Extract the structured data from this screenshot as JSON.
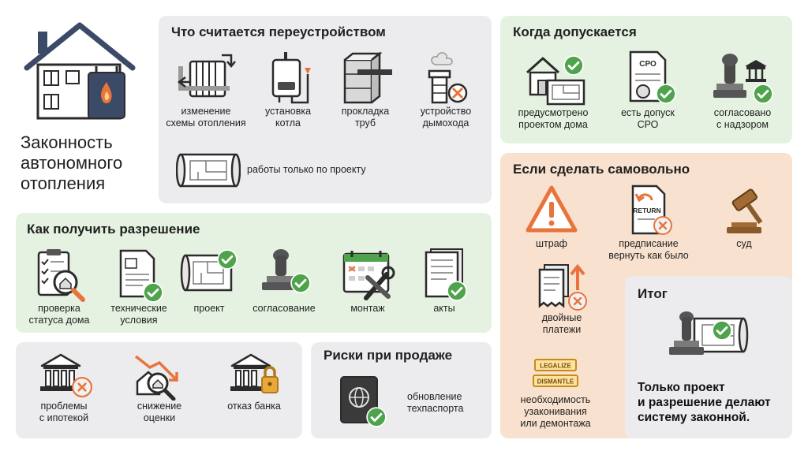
{
  "header": {
    "title": "Законность\nавтономного\nотопления"
  },
  "what_counts": {
    "title": "Что считается переустройством",
    "items": [
      {
        "label": "изменение\nсхемы отопления",
        "icon": "radiator-scheme-icon"
      },
      {
        "label": "установка\nкотла",
        "icon": "boiler-icon"
      },
      {
        "label": "прокладка\nтруб",
        "icon": "wall-pipe-icon"
      },
      {
        "label": "устройство\nдымохода",
        "icon": "chimney-icon"
      }
    ],
    "note": "работы только по проекту"
  },
  "when_allowed": {
    "title": "Когда допускается",
    "items": [
      {
        "label": "предусмотрено\nпроектом дома",
        "icon": "house-plan-icon"
      },
      {
        "label": "есть допуск\nСРО",
        "icon": "sro-certificate-icon",
        "badge": "СРО"
      },
      {
        "label": "согласовано\nс надзором",
        "icon": "stamp-authority-icon"
      }
    ]
  },
  "how_to_get": {
    "title": "Как получить разрешение",
    "items": [
      {
        "label": "проверка\nстатуса дома",
        "icon": "checklist-magnifier-icon"
      },
      {
        "label": "технические\nусловия",
        "icon": "tech-conditions-icon"
      },
      {
        "label": "проект",
        "icon": "blueprint-icon"
      },
      {
        "label": "согласование",
        "icon": "stamp-icon"
      },
      {
        "label": "монтаж",
        "icon": "calendar-tools-icon"
      },
      {
        "label": "акты",
        "icon": "acts-documents-icon"
      }
    ]
  },
  "if_unauthorized": {
    "title": "Если сделать самовольно",
    "items": [
      {
        "label": "штраф",
        "icon": "warning-icon"
      },
      {
        "label": "предписание\nвернуть как было",
        "icon": "return-order-icon",
        "badge": "RETURN"
      },
      {
        "label": "суд",
        "icon": "gavel-icon"
      },
      {
        "label": "двойные\nплатежи",
        "icon": "double-payment-icon"
      },
      {
        "label": "необходимость\nузаконивания\nили демонтажа",
        "icon": "legalize-dismantle-icon",
        "badges": [
          "LEGALIZE",
          "DISMANTLE"
        ]
      }
    ]
  },
  "bank_risks": {
    "items": [
      {
        "label": "проблемы\nс ипотекой",
        "icon": "bank-cross-icon"
      },
      {
        "label": "снижение\nоценки",
        "icon": "value-decline-icon"
      },
      {
        "label": "отказ банка",
        "icon": "bank-lock-icon"
      }
    ]
  },
  "sale_risks": {
    "title": "Риски при продаже",
    "items": [
      {
        "label": "обновление\nтехпаспорта",
        "icon": "passport-icon"
      }
    ]
  },
  "summary": {
    "title": "Итог",
    "text": "Только проект\nи разрешение делают\nсистему законной."
  },
  "colors": {
    "green_panel": "#e6f2e1",
    "gray_panel": "#ececef",
    "orange_panel": "#f8e2cf",
    "check": "#4fa34c",
    "cross": "#e8743b",
    "navy": "#3b4a66"
  }
}
